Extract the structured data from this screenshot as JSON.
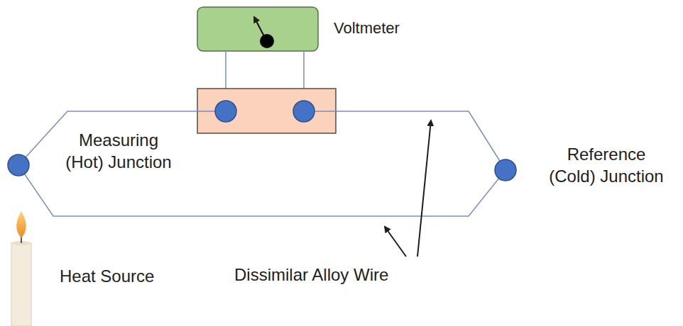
{
  "diagram": {
    "nodes": [
      {
        "text": [
          "Voltmeter"
        ]
      }
    ],
    "labels": [
      "Measuring (Hot) Junction",
      "Reference (Cold) Junction",
      "Heat Source",
      "Dissimilar Alloy Wire"
    ]
  }
}
